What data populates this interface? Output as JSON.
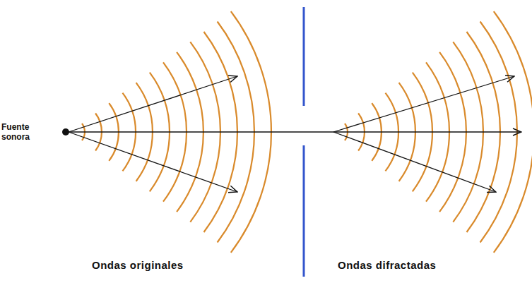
{
  "diagram": {
    "labels": [
      "Fuente sonora",
      "Ondas originales",
      "Ondas difractadas"
    ]
  }
}
